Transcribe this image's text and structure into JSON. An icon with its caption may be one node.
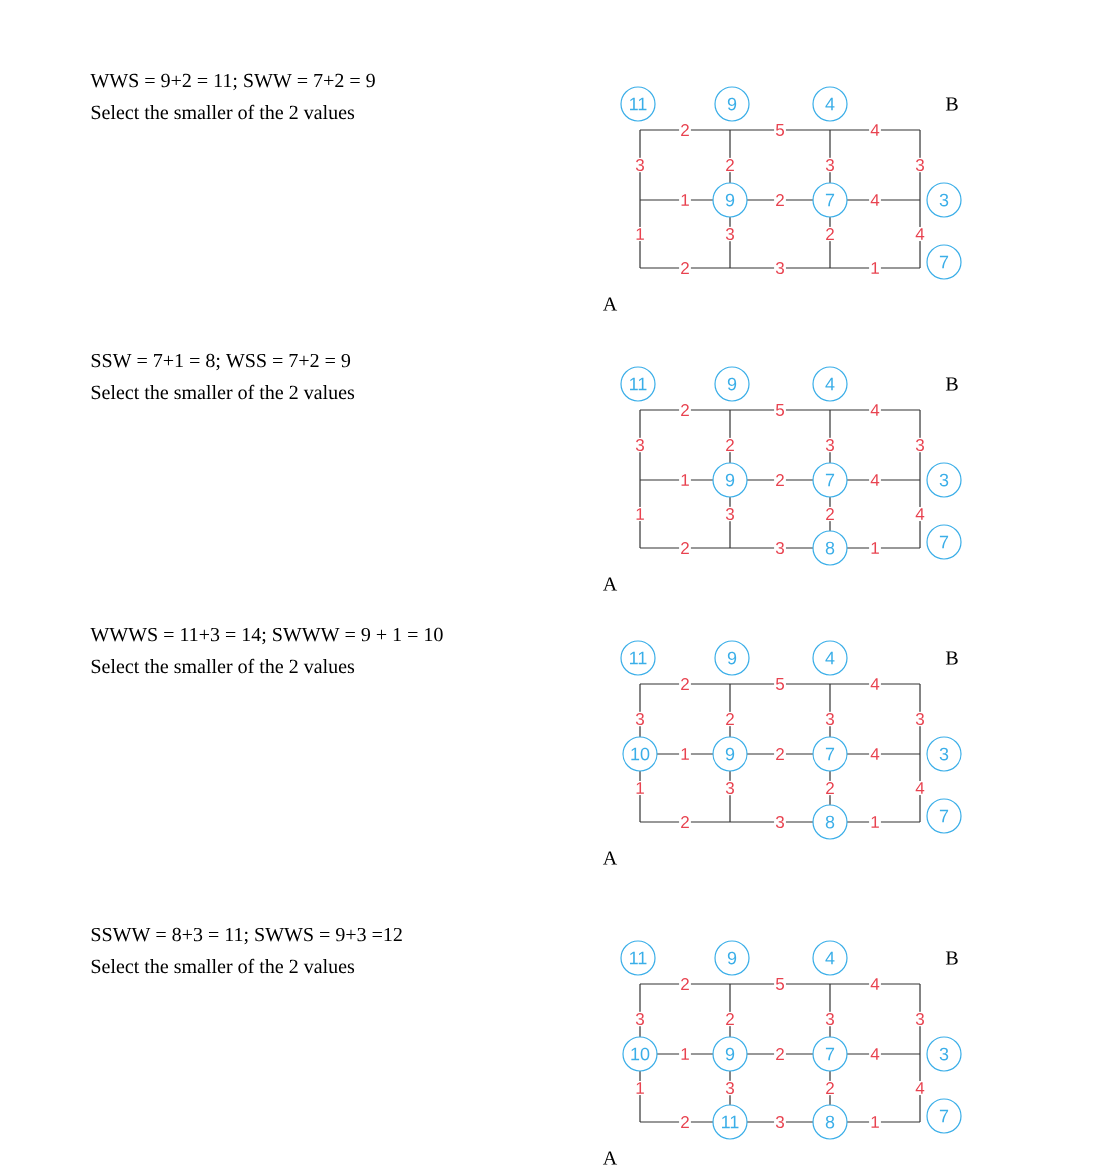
{
  "diagram": {
    "nodes": [
      {
        "text": [
          "11"
        ]
      },
      {
        "text": [
          "9"
        ]
      },
      {
        "text": [
          "4"
        ]
      },
      {
        "text": [
          "9"
        ]
      },
      {
        "text": [
          "7"
        ]
      },
      {
        "text": [
          "3"
        ]
      },
      {
        "text": [
          "7"
        ]
      },
      {
        "text": [
          "11"
        ]
      },
      {
        "text": [
          "9"
        ]
      },
      {
        "text": [
          "4"
        ]
      },
      {
        "text": [
          "9"
        ]
      },
      {
        "text": [
          "7"
        ]
      },
      {
        "text": [
          "3"
        ]
      },
      {
        "text": [
          "8"
        ]
      },
      {
        "text": [
          "7"
        ]
      },
      {
        "text": [
          "11"
        ]
      },
      {
        "text": [
          "9"
        ]
      },
      {
        "text": [
          "4"
        ]
      },
      {
        "text": [
          "10"
        ]
      },
      {
        "text": [
          "9"
        ]
      },
      {
        "text": [
          "7"
        ]
      },
      {
        "text": [
          "3"
        ]
      },
      {
        "text": [
          "8"
        ]
      },
      {
        "text": [
          "7"
        ]
      },
      {
        "text": [
          "11"
        ]
      },
      {
        "text": [
          "9"
        ]
      },
      {
        "text": [
          "4"
        ]
      },
      {
        "text": [
          "10"
        ]
      },
      {
        "text": [
          "9"
        ]
      },
      {
        "text": [
          "7"
        ]
      },
      {
        "text": [
          "3"
        ]
      },
      {
        "text": [
          "11"
        ]
      },
      {
        "text": [
          "8"
        ]
      },
      {
        "text": [
          "7"
        ]
      }
    ],
    "labels": [
      "WWS = 9+2 = 11; SWW = 7+2 = 9",
      "Select the smaller of the 2 values",
      "B",
      "2",
      "5",
      "4",
      "3",
      "2",
      "3",
      "3",
      "1",
      "2",
      "4",
      "1",
      "3",
      "2",
      "4",
      "2",
      "3",
      "1",
      "A",
      "SSW = 7+1 = 8; WSS = 7+2 = 9",
      "Select the smaller of the 2 values",
      "B",
      "2",
      "5",
      "4",
      "3",
      "2",
      "3",
      "3",
      "1",
      "2",
      "4",
      "1",
      "3",
      "2",
      "4",
      "2",
      "3",
      "1",
      "A",
      "WWWS = 11+3 = 14; SWWW = 9 + 1 = 10",
      "Select the smaller of the 2 values",
      "B",
      "2",
      "5",
      "4",
      "3",
      "2",
      "3",
      "3",
      "1",
      "2",
      "4",
      "1",
      "3",
      "2",
      "4",
      "2",
      "3",
      "1",
      "A",
      "SSWW = 8+3 = 11; SWWS = 9+3 =12",
      "Select the smaller of the 2 values",
      "B",
      "2",
      "5",
      "4",
      "3",
      "2",
      "3",
      "3",
      "1",
      "2",
      "4",
      "1",
      "3",
      "2",
      "4",
      "2",
      "3",
      "1",
      "A"
    ]
  }
}
